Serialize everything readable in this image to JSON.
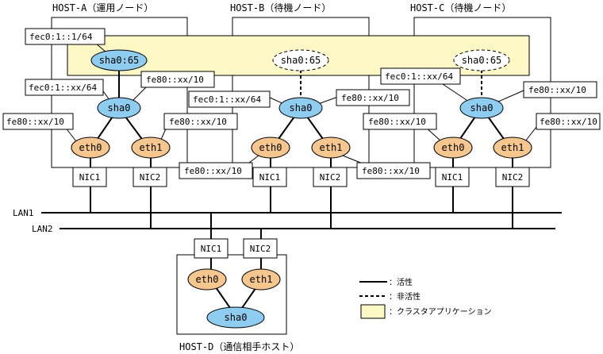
{
  "colors": {
    "app_band": "#fdf8c5",
    "sha_node": "#8fcdf0",
    "eth_node": "#f5c68d",
    "line": "#000000"
  },
  "hosts": {
    "a": {
      "title": "HOST-A（運用ノード）",
      "sha_app": "sha0:65",
      "sha_app_addr": "fec0:1::1/64",
      "sha": "sha0",
      "sha_addr": "fec0:1::xx/64",
      "sha_ll": "fe80::xx/10",
      "eth0": "eth0",
      "eth0_addr": "fe80::xx/10",
      "eth1": "eth1",
      "eth1_addr": "fe80::xx/10",
      "nic1": "NIC1",
      "nic2": "NIC2"
    },
    "b": {
      "title": "HOST-B（待機ノード）",
      "sha_app": "sha0:65",
      "sha": "sha0",
      "sha_addr": "fec0:1::xx/64",
      "sha_ll": "fe80::xx/10",
      "eth0": "eth0",
      "eth0_addr": "fe80::xx/10",
      "eth1": "eth1",
      "eth1_addr": "fe80::xx/10",
      "nic1": "NIC1",
      "nic2": "NIC2"
    },
    "c": {
      "title": "HOST-C（待機ノード）",
      "sha_app": "sha0:65",
      "sha": "sha0",
      "sha_addr": "fec0:1::xx/64",
      "sha_ll": "fe80::xx/10",
      "eth0": "eth0",
      "eth0_addr": "fe80::xx/10",
      "eth1": "eth1",
      "eth1_addr": "fe80::xx/10",
      "nic1": "NIC1",
      "nic2": "NIC2"
    },
    "d": {
      "title": "HOST-D（通信相手ホスト）",
      "sha": "sha0",
      "eth0": "eth0",
      "eth1": "eth1",
      "nic1": "NIC1",
      "nic2": "NIC2"
    }
  },
  "lans": {
    "lan1": "LAN1",
    "lan2": "LAN2"
  },
  "legend": {
    "active": "：活性",
    "inactive": "：非活性",
    "cluster_app": "：クラスタアプリケーション"
  }
}
